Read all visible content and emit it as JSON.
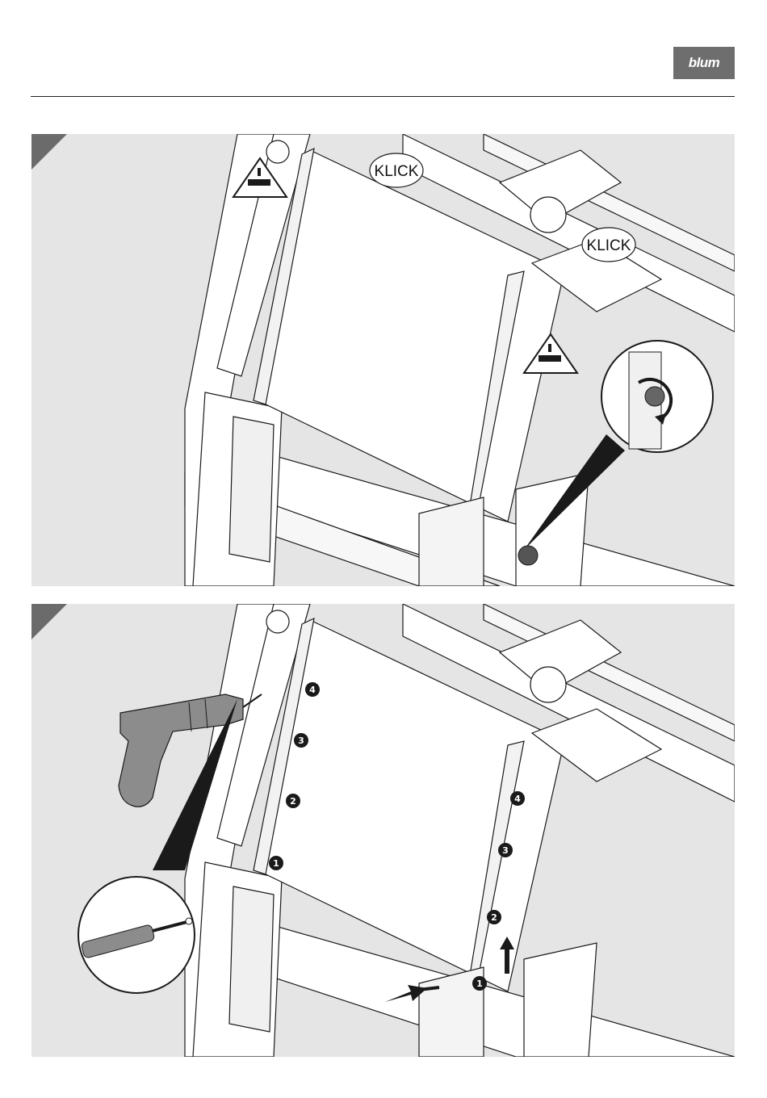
{
  "header": {
    "brand_logo_text": "blum"
  },
  "step1": {
    "callouts": [
      "KLICK",
      "KLICK"
    ]
  },
  "step2": {
    "left_markers": [
      "4",
      "3",
      "2",
      "1"
    ],
    "right_markers": [
      "4",
      "3",
      "2",
      "1"
    ]
  },
  "colors": {
    "panel_bg": "#e5e5e5",
    "line": "#1a1a1a",
    "drill": "#8c8c8c",
    "logo_bg": "#6e6e6e"
  }
}
